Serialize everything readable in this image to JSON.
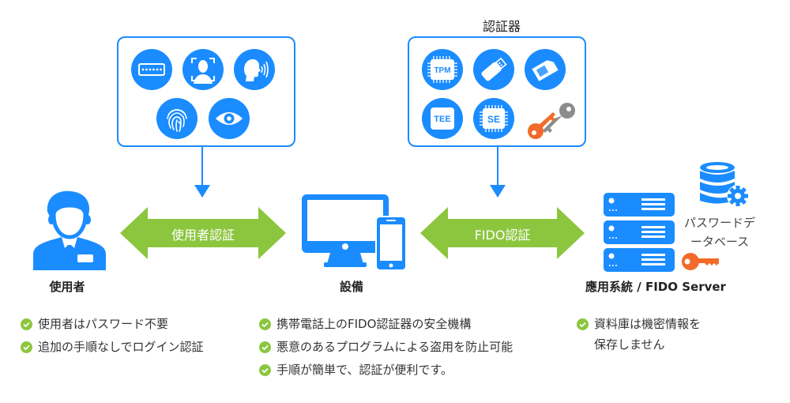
{
  "colors": {
    "primary_blue": "#1a8cff",
    "arrow_green": "#8cc63f",
    "key_orange": "#f26b2a",
    "key_gray": "#8c8c8c",
    "check_green": "#8cc63f"
  },
  "user_auth_panel": {
    "icons": [
      "password-field-icon",
      "face-recognition-icon",
      "voice-recognition-icon",
      "fingerprint-icon",
      "eye-iris-icon"
    ]
  },
  "authenticator_panel": {
    "title": "認証器",
    "icons": [
      {
        "name": "tpm-chip-icon",
        "label": "TPM"
      },
      {
        "name": "usb-key-icon",
        "label": ""
      },
      {
        "name": "sim-card-icon",
        "label": ""
      },
      {
        "name": "tee-icon",
        "label": "TEE"
      },
      {
        "name": "se-chip-icon",
        "label": "SE"
      },
      {
        "name": "key-pair-icon",
        "label": ""
      }
    ]
  },
  "arrows": {
    "user_auth": "使用者認証",
    "fido_auth": "FIDO認証"
  },
  "nodes": {
    "user": "使用者",
    "device": "設備",
    "server": "應用系統 / FIDO Server",
    "database": [
      "パスワードデ",
      "ータベース"
    ]
  },
  "bullets": {
    "user": [
      "使用者はパスワード不要",
      "追加の手順なしでログイン認証"
    ],
    "device": [
      "携帯電話上のFIDO認証器の安全機構",
      "悪意のあるプログラムによる盗用を防止可能",
      "手順が簡単で、認証が便利です。"
    ],
    "server": [
      "資料庫は機密情報を",
      "保存しません"
    ]
  }
}
